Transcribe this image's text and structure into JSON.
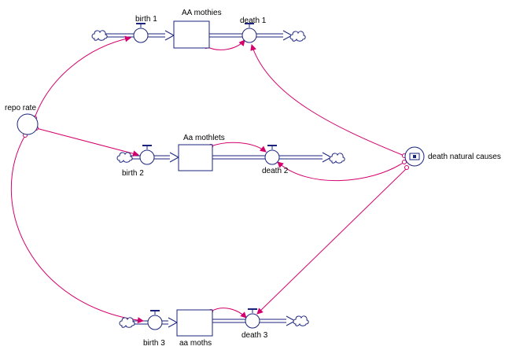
{
  "colors": {
    "flow": "#1a237e",
    "link": "#d5006d",
    "background": "#ffffff"
  },
  "stocks": [
    {
      "id": "stock-aa-mothies",
      "label": "AA mothies"
    },
    {
      "id": "stock-aa-mothlets",
      "label": "Aa mothlets"
    },
    {
      "id": "stock-aa-moths",
      "label": "aa moths"
    }
  ],
  "flows": [
    {
      "id": "birth-1",
      "label": "birth 1"
    },
    {
      "id": "death-1",
      "label": "death 1"
    },
    {
      "id": "birth-2",
      "label": "birth 2"
    },
    {
      "id": "death-2",
      "label": "death 2"
    },
    {
      "id": "birth-3",
      "label": "birth 3"
    },
    {
      "id": "death-3",
      "label": "death 3"
    }
  ],
  "converters": [
    {
      "id": "repo-rate",
      "label": "repo rate"
    },
    {
      "id": "death-natural-causes",
      "label": "death natural causes"
    }
  ],
  "icons": {
    "cloud": "cloud-icon",
    "valve": "valve-icon",
    "ghost": "ghost-icon"
  }
}
